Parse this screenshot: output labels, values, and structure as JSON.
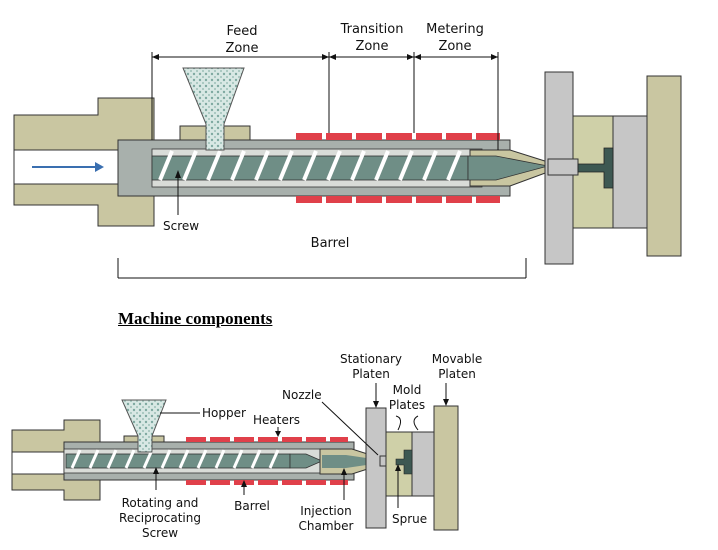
{
  "top_diagram": {
    "labels": {
      "feed_zone_1": "Feed",
      "feed_zone_2": "Zone",
      "transition_zone_1": "Transition",
      "transition_zone_2": "Zone",
      "metering_zone_1": "Metering",
      "metering_zone_2": "Zone",
      "screw": "Screw",
      "barrel": "Barrel"
    }
  },
  "section_heading": "Machine components",
  "bottom_diagram": {
    "labels": {
      "hopper": "Hopper",
      "heaters": "Heaters",
      "nozzle": "Nozzle",
      "stationary_platen_1": "Stationary",
      "stationary_platen_2": "Platen",
      "movable_platen_1": "Movable",
      "movable_platen_2": "Platen",
      "mold_plates_1": "Mold",
      "mold_plates_2": "Plates",
      "screw_1": "Rotating and",
      "screw_2": "Reciprocating",
      "screw_3": "Screw",
      "barrel": "Barrel",
      "injection_chamber_1": "Injection",
      "injection_chamber_2": "Chamber",
      "sprue": "Sprue"
    }
  },
  "colors": {
    "housing": "#c9c6a1",
    "barrel": "#a8b0ac",
    "screw": "#6f8e86",
    "heater": "#e0404a",
    "platen": "#c6c6c6",
    "mold": "#cfd0a8",
    "pellets": "#a7c6c0"
  }
}
